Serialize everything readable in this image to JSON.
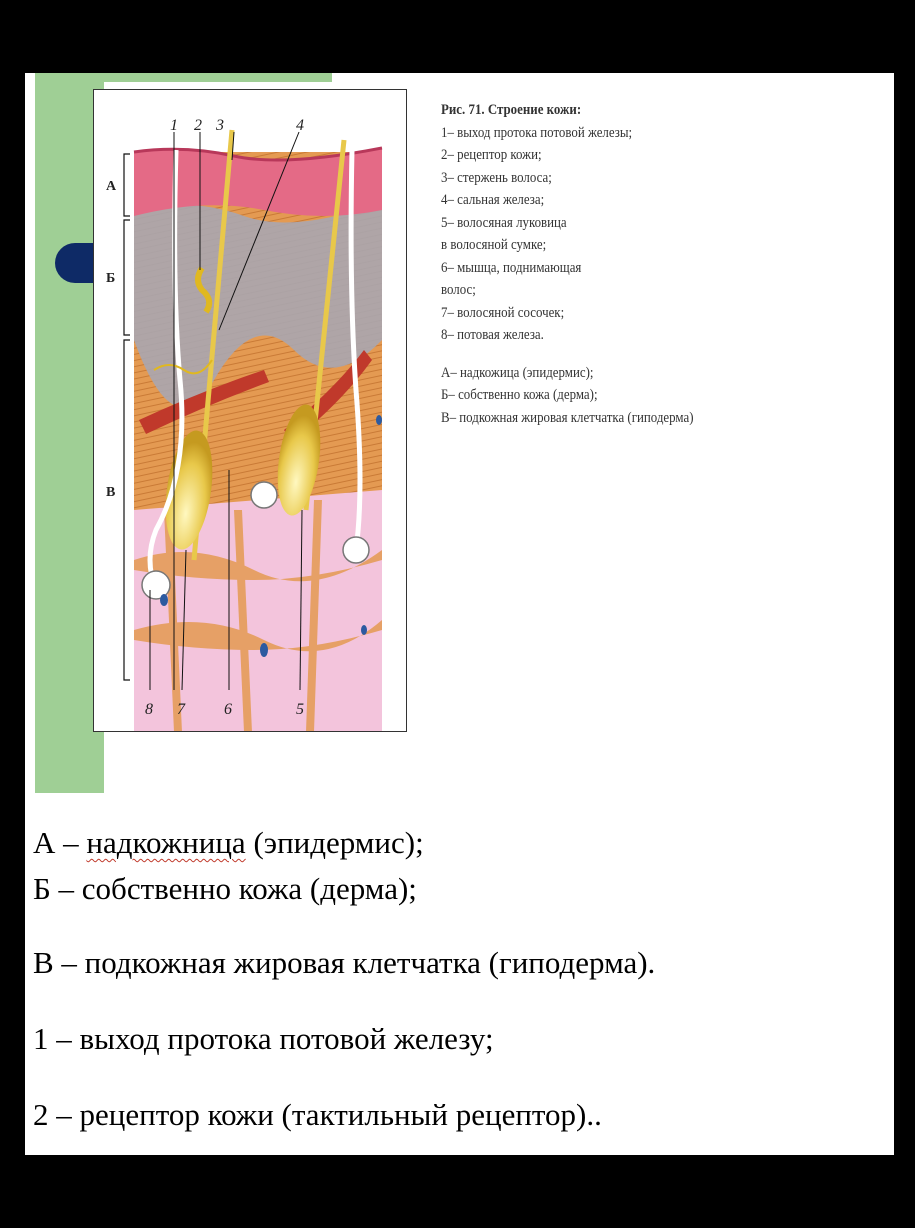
{
  "caption": {
    "title": "Рис. 71. Строение кожи:",
    "lines": [
      "1– выход протока потовой железы;",
      "2– рецептор кожи;",
      "3– стержень волоса;",
      "4– сальная железа;",
      "5– волосяная луковица",
      "в волосяной сумке;",
      "6– мышца, поднимающая",
      "волос;",
      "7– волосяной сосочек;",
      "8– потовая железа."
    ],
    "layers": [
      "А– надкожица (эпидермис);",
      "Б– собственно кожа (дерма);",
      "В– подкожная жировая клетчатка (гиподерма)"
    ]
  },
  "figure": {
    "top_numbers": [
      "1",
      "2",
      "3",
      "4"
    ],
    "bottom_numbers": [
      "8",
      "7",
      "6",
      "5"
    ],
    "side_letters": [
      "А",
      "Б",
      "В"
    ]
  },
  "legend": {
    "a_prefix": "А – ",
    "a_word": "надкожница",
    "a_rest": " (эпидермис);",
    "b": "Б – собственно кожа (дерма);",
    "v": "В – подкожная жировая клетчатка (гиподерма).",
    "n1": "1 – выход протока потовой железу;",
    "n2": "2 – рецептор кожи (тактильный рецептор).."
  },
  "colors": {
    "epidermis": "#e46a86",
    "dermis": "#a9a6b0",
    "tissue": "#e49a52",
    "hypodermis": "#f3c4dc",
    "hair": "#e8c84a",
    "muscle": "#c0392b",
    "accent_green": "#9fcf95",
    "accent_blue": "#0e2a66"
  }
}
